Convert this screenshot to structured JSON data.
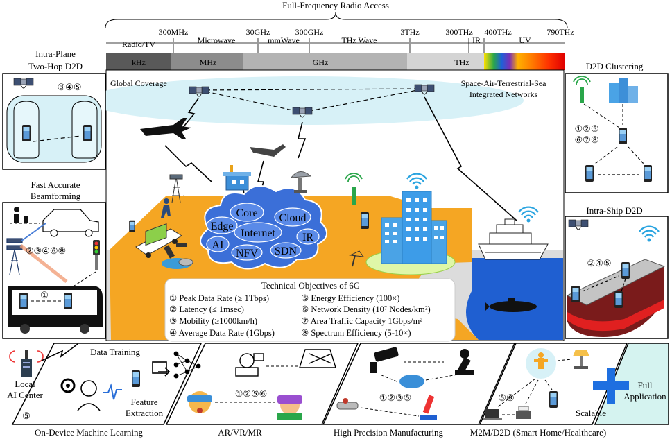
{
  "spectrum": {
    "title": "Full-Frequency Radio Access",
    "boundaries": [
      "300MHz",
      "30GHz",
      "300GHz",
      "3THz",
      "300THz",
      "400THz",
      "790THz"
    ],
    "ranges": [
      "Radio/TV",
      "Microwave",
      "mmWave",
      "THz Wave",
      "IR",
      "UV"
    ],
    "bands": [
      "kHz",
      "MHz",
      "GHz",
      "THz"
    ],
    "band_colors": [
      "#595959",
      "#8c8c8c",
      "#b3b3b3",
      "#cfcfcf"
    ]
  },
  "center": {
    "global_coverage": "Global Coverage",
    "sats_title_line1": "Space-Air-Terrestrial-Sea",
    "sats_title_line2": "Integrated Networks",
    "cloud_terms": [
      "Core",
      "Edge",
      "Internet",
      "Cloud",
      "AI",
      "IR",
      "NFV",
      "SDN"
    ],
    "land_color": "#f5a623",
    "sea_color": "#1f5fd1"
  },
  "objectives": {
    "title": "Technical Objectives of 6G",
    "left": [
      "① Peak Data Rate (≥ 1Tbps)",
      "② Latency (≤ 1msec)",
      "③ Mobility (≥1000km/h)",
      "④ Average Data Rate (1Gbps)"
    ],
    "right": [
      "⑤ Energy Efficiency (100×)",
      "⑥ Network Density (10⁷ Nodes/km²)",
      "⑦ Area Traffic Capacity 1Gbps/m²",
      "⑧ Spectrum Efficiency (5-10×)"
    ]
  },
  "panels": {
    "intra_plane": {
      "title_line1": "Intra-Plane",
      "title_line2": "Two-Hop D2D",
      "tags": "③④⑤"
    },
    "beamforming": {
      "title_line1": "Fast Accurate",
      "title_line2": "Beamforming",
      "tags": "②③④⑥⑧",
      "bus_tag": "①"
    },
    "d2d_clustering": {
      "title": "D2D Clustering",
      "tags_line1": "①②⑤",
      "tags_line2": "⑥⑦⑧"
    },
    "intra_ship": {
      "title": "Intra-Ship D2D",
      "tags": "②④⑤"
    }
  },
  "bottom": {
    "local_ai_line1": "Local",
    "local_ai_line2": "AI Center",
    "ml_tag": "⑤",
    "data_training": "Data Training",
    "feature_line1": "Feature",
    "feature_line2": "Extraction",
    "ml_title": "On-Device Machine Learning",
    "ar_tags": "①②⑤⑥",
    "ar_title": "AR/VR/MR",
    "mfg_tags": "①②③⑤",
    "mfg_title": "High Precision Manufacturing",
    "m2m_tags": "⑤⑥",
    "m2m_title": "M2M/D2D (Smart Home/Healthcare)",
    "scalable": "Scalable",
    "full_line1": "Full",
    "full_line2": "Application"
  }
}
